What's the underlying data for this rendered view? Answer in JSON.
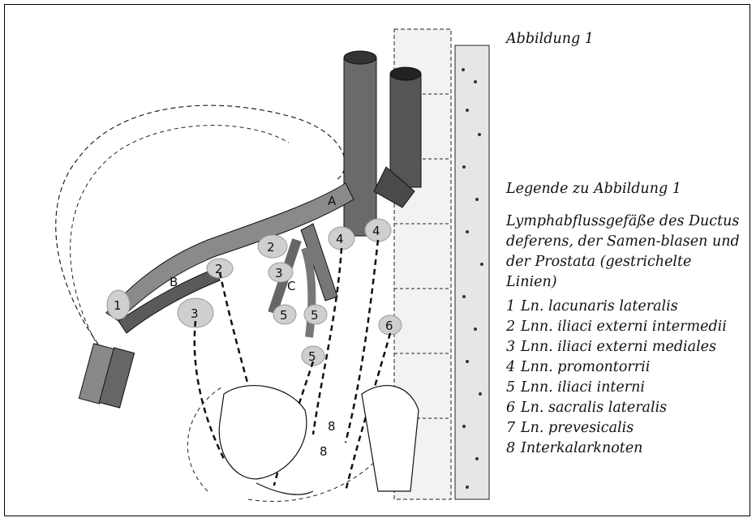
{
  "figure_title": "Abbildung 1",
  "legend_title": "Legende zu Abbildung 1",
  "legend_intro": "Lymphabflussgefäße des Ductus deferens, der Samen-blasen und der Prostata (gestrichelte Linien)",
  "legend_items": [
    {
      "num": "1",
      "text": "Ln. lacunaris lateralis"
    },
    {
      "num": "2",
      "text": "Lnn. iliaci externi intermedii"
    },
    {
      "num": "3",
      "text": "Lnn. iliaci externi mediales"
    },
    {
      "num": "4",
      "text": "Lnn. promontorrii"
    },
    {
      "num": "5",
      "text": "Lnn. iliaci interni"
    },
    {
      "num": "6",
      "text": "Ln. sacralis lateralis"
    },
    {
      "num": "7",
      "text": "Ln. prevesicalis"
    },
    {
      "num": "8",
      "text": "Interkalarknoten"
    }
  ],
  "diagram_labels": {
    "A": "A",
    "B": "B",
    "C": "C",
    "n1": "1",
    "n2a": "2",
    "n2b": "2",
    "n3a": "3",
    "n3b": "3",
    "n4a": "4",
    "n4b": "4",
    "n5a": "5",
    "n5b": "5",
    "n5c": "5",
    "n6": "6",
    "n8a": "8",
    "n8b": "8"
  }
}
